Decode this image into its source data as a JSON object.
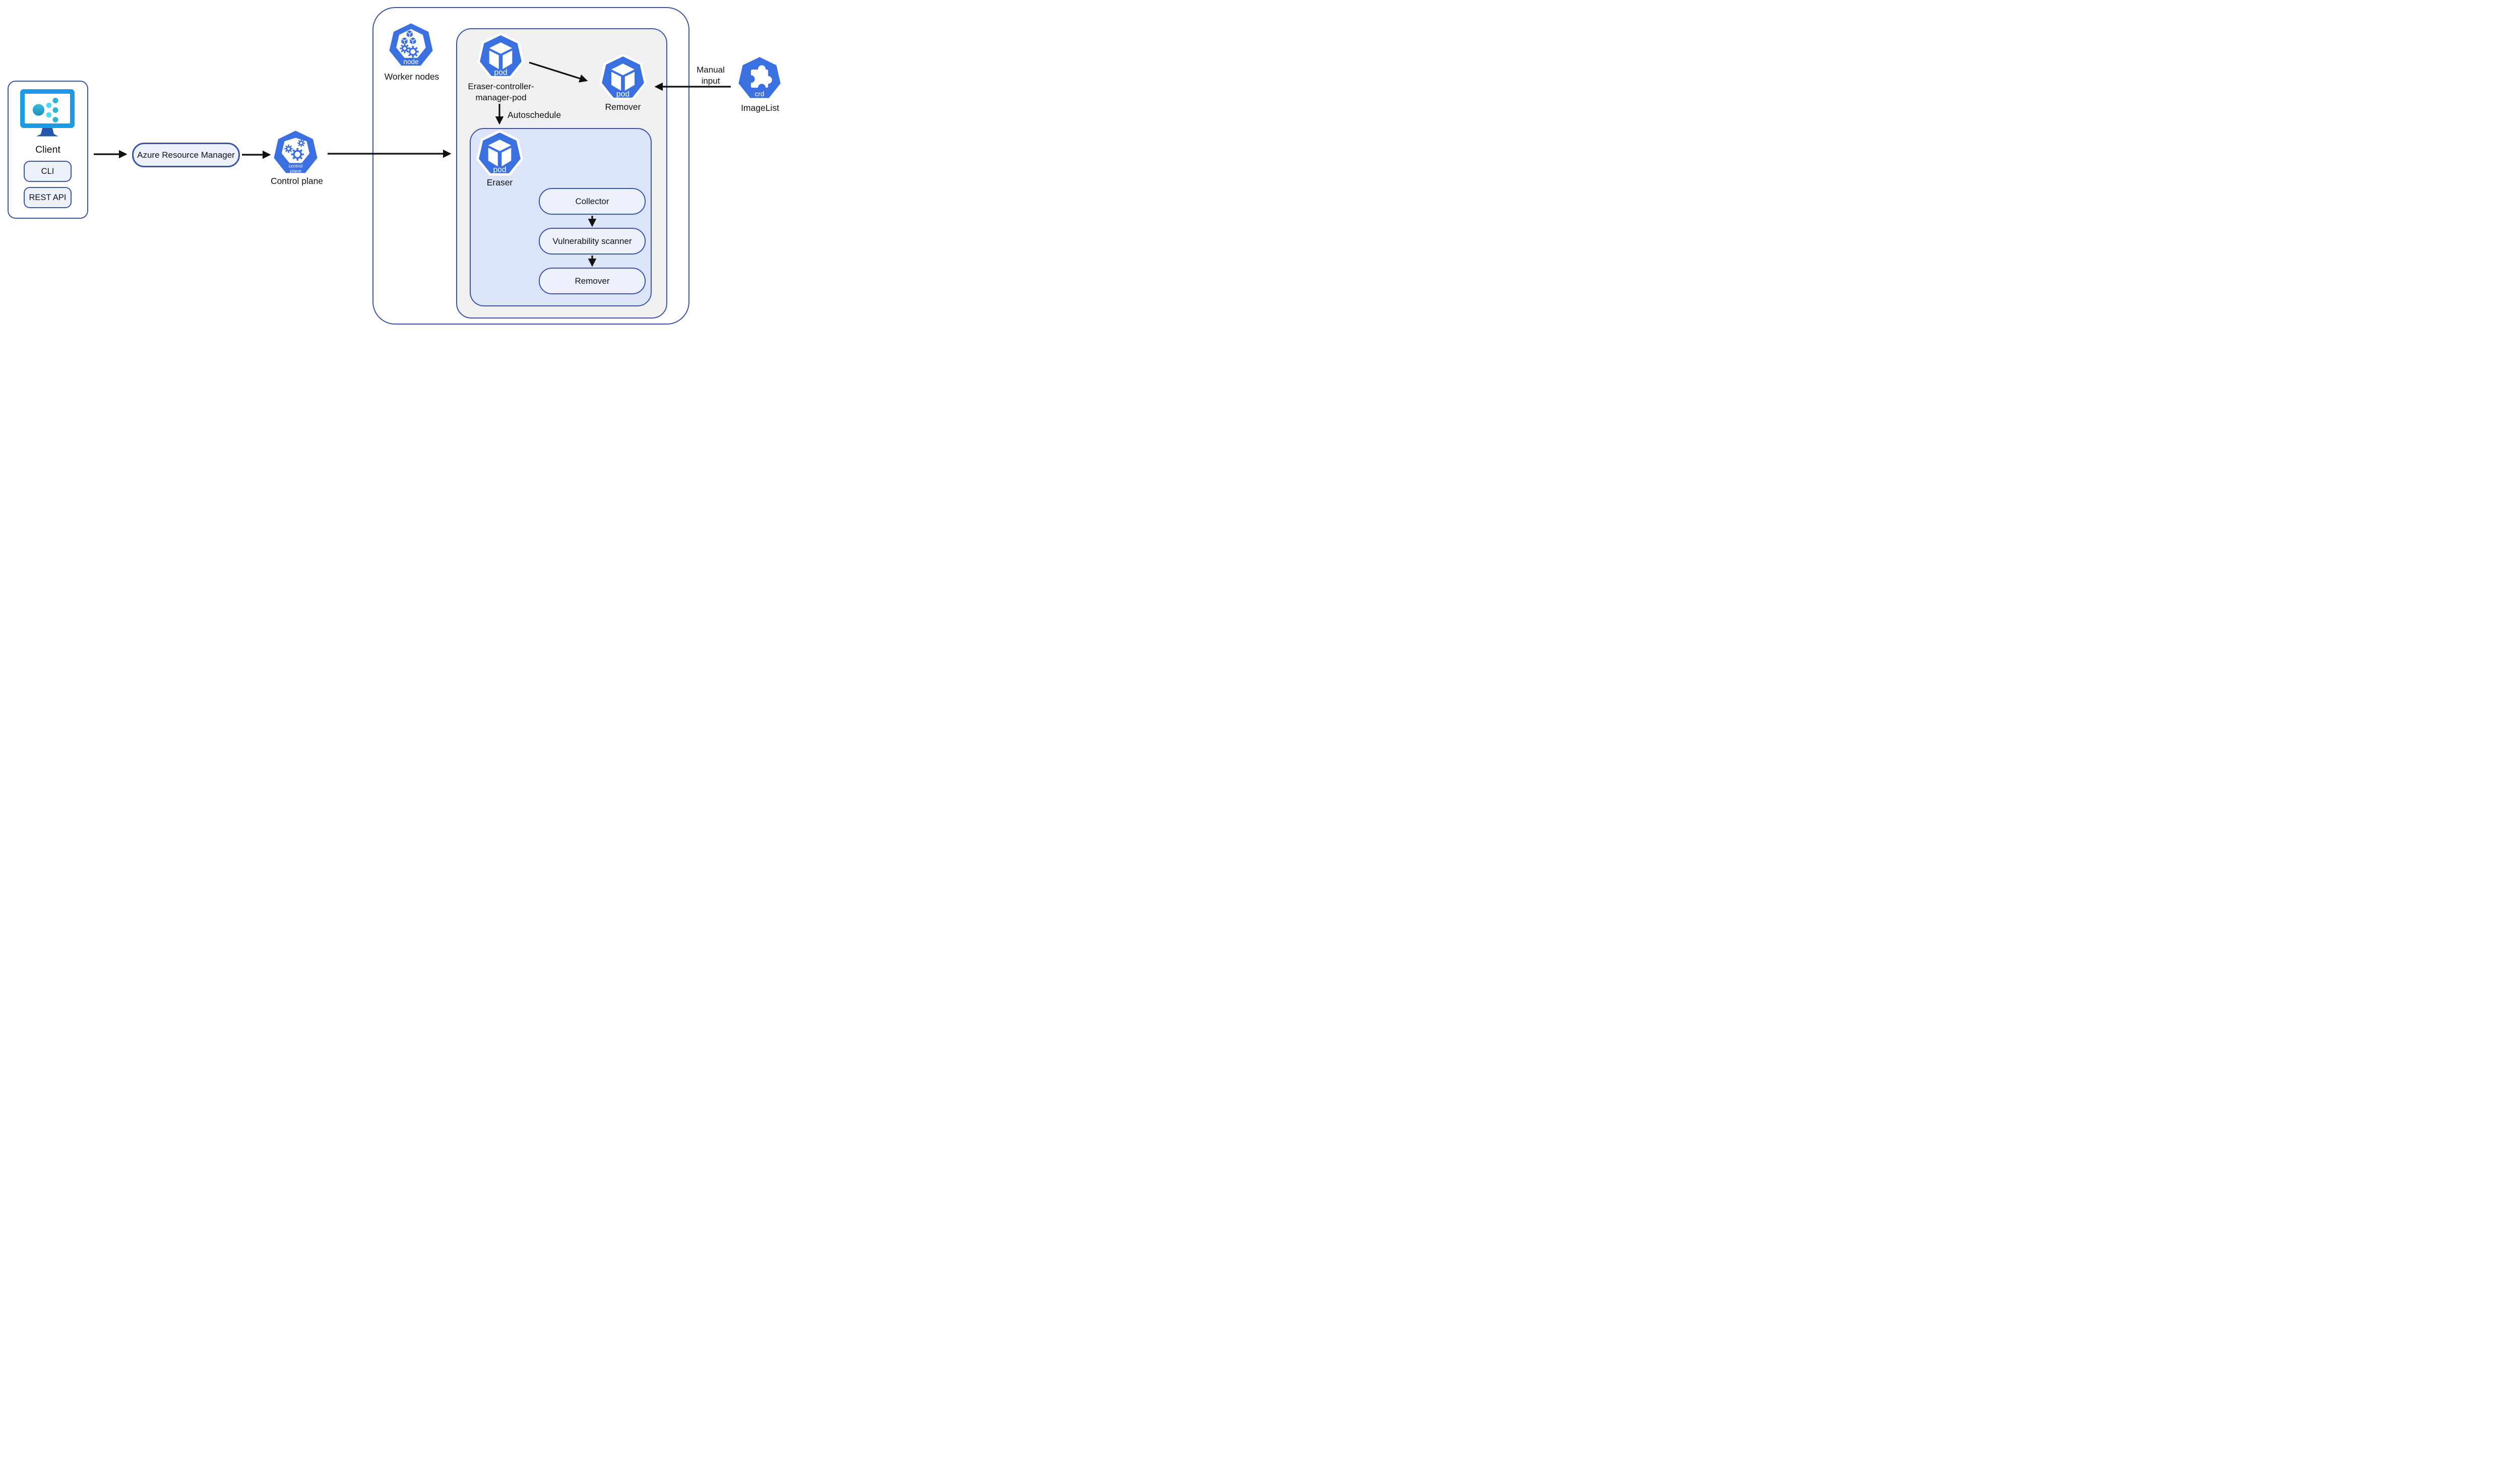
{
  "colors": {
    "kubernetes_blue": "#3B70E0",
    "outline_blue": "#3D55A6",
    "gray_panel_fill": "#F0F0F0",
    "blue_panel_fill": "#DCE4F9",
    "pill_fill": "#EDF1FC",
    "monitor_blue": "#1B9BE5",
    "monitor_stand_blue": "#2357A8",
    "arrow_color": "#111111"
  },
  "client": {
    "label": "Client",
    "cli_label": "CLI",
    "rest_api_label": "REST API"
  },
  "azure_resource_manager": {
    "label": "Azure Resource Manager"
  },
  "control_plane": {
    "label": "Control plane",
    "icon_line1": "control",
    "icon_line2": "plane"
  },
  "worker_nodes": {
    "label": "Worker nodes",
    "icon_text": "node"
  },
  "eraser_controller_manager_pod": {
    "label_line1": "Eraser-controller-",
    "label_line2": "manager-pod",
    "icon_text": "pod"
  },
  "remover_pod": {
    "label": "Remover",
    "icon_text": "pod"
  },
  "autoschedule": {
    "label": "Autoschedule"
  },
  "eraser_pod": {
    "label": "Eraser",
    "icon_text": "pod"
  },
  "eraser_pipeline": {
    "collector": "Collector",
    "vulnerability_scanner": "Vulnerability scanner",
    "remover": "Remover"
  },
  "manual_input": {
    "label_line1": "Manual",
    "label_line2": "input"
  },
  "imagelist": {
    "label": "ImageList",
    "icon_text": "crd"
  }
}
